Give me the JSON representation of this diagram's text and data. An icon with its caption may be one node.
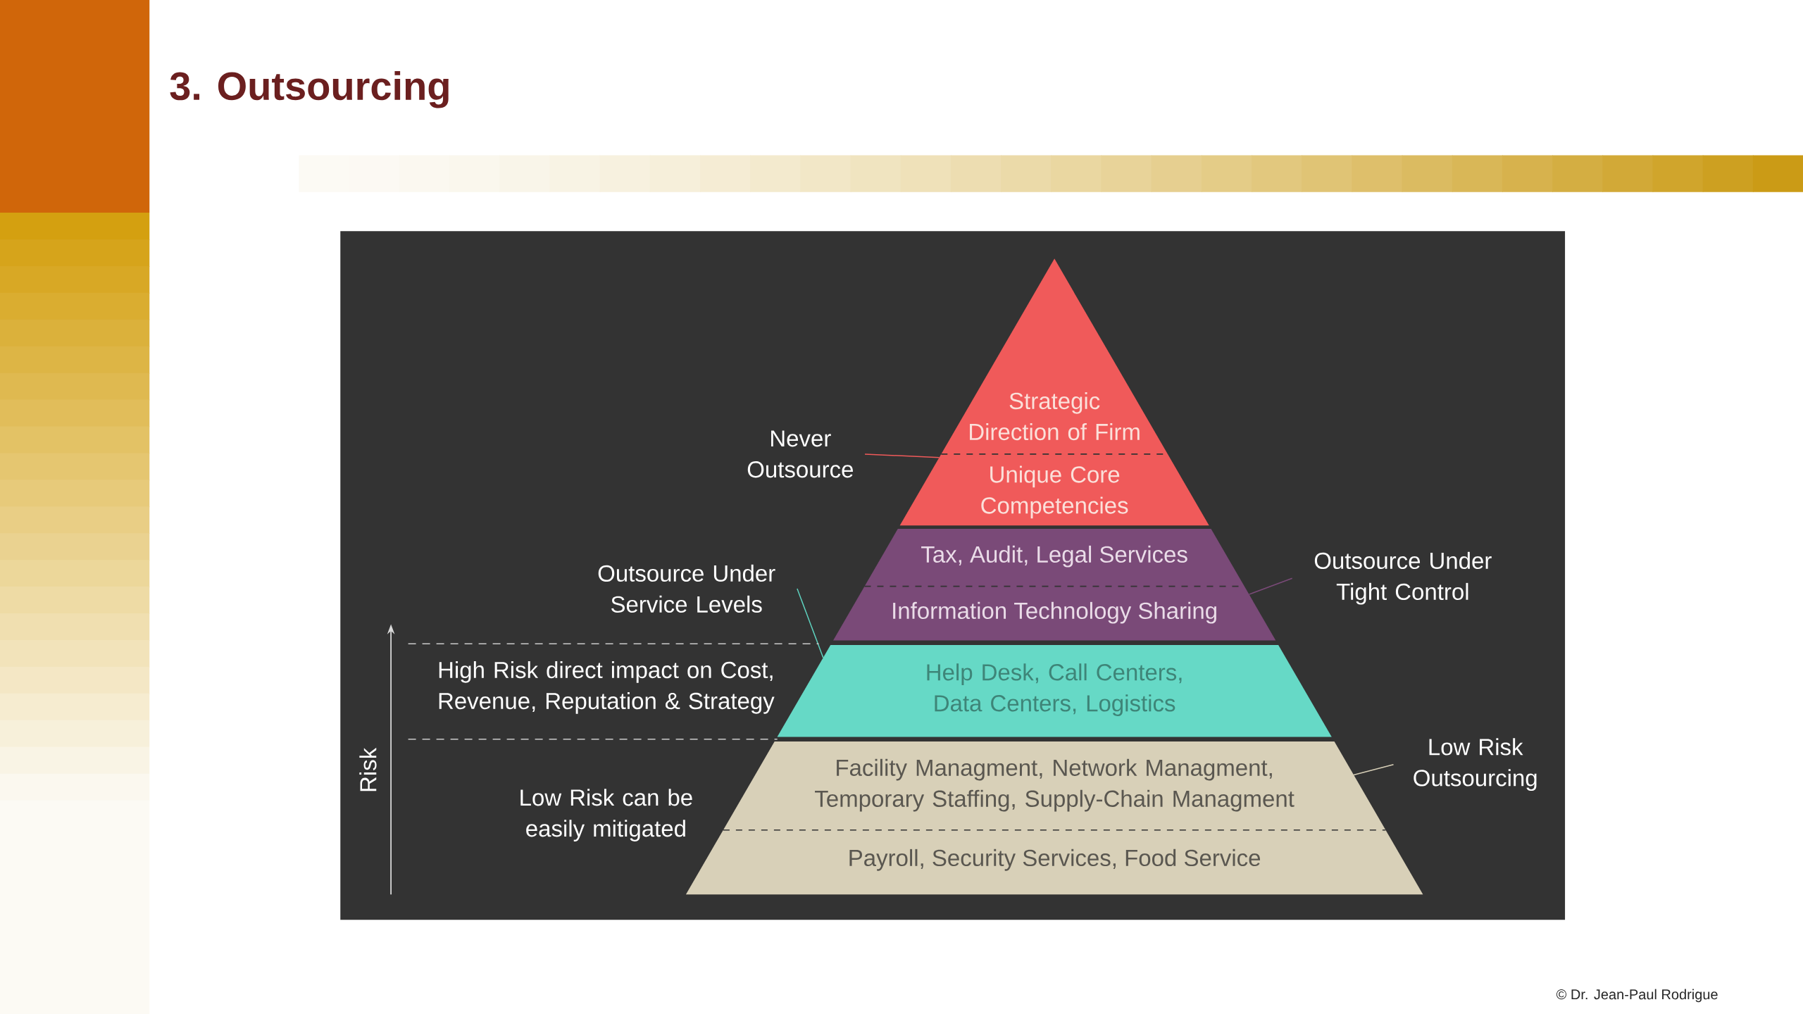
{
  "diagram": {
    "title": "3. Outsourcing",
    "nodes": [
      {
        "text": [
          "Strategic Direction of Firm",
          "Unique Core Competencies"
        ]
      },
      {
        "text": [
          "Tax, Audit, Legal Services",
          "Information Technology Sharing"
        ]
      },
      {
        "text": [
          "Help Desk, Call Centers, Data Centers, Logistics"
        ]
      },
      {
        "text": [
          "Facility Managment, Network Managment, Temporary Staffing, Supply-Chain Managment",
          "Payroll, Security Services, Food Service"
        ]
      },
      {
        "text": [
          "Never Outsource"
        ]
      },
      {
        "text": [
          "Outsource Under Service Levels"
        ]
      },
      {
        "text": [
          "Outsource Under Tight Control"
        ]
      },
      {
        "text": [
          "Low Risk Outsourcing"
        ]
      }
    ],
    "edges": [
      {
        "from": 4,
        "to": 0,
        "arrow": "none",
        "color": "#f05a5a"
      },
      {
        "from": 5,
        "to": 2,
        "arrow": "none",
        "color": "#5fd3c0"
      },
      {
        "from": 6,
        "to": 1,
        "arrow": "none",
        "color": "#7a4a78"
      },
      {
        "from": 7,
        "to": 3,
        "arrow": "none",
        "color": "#d8d0b8"
      }
    ],
    "labels": [
      "High Risk direct impact on Cost, Revenue, Reputation & Strategy",
      "Low Risk can be easily mitigated",
      "Risk",
      "© Dr. Jean-Paul Rodrigue"
    ]
  }
}
